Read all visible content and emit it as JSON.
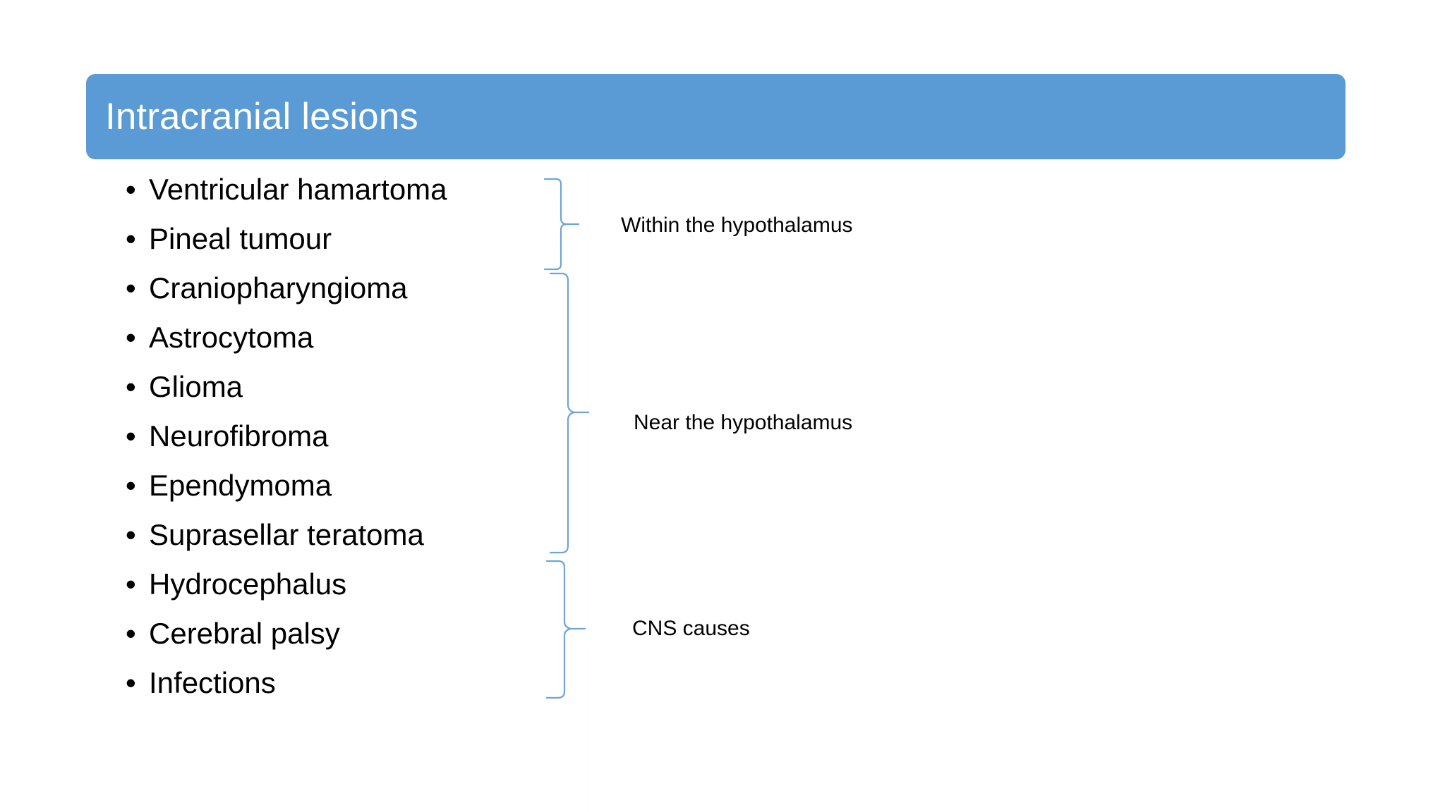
{
  "slide": {
    "title": "Intracranial lesions",
    "background_color": "#ffffff",
    "banner_color": "#5B9BD5",
    "title_color": "#ffffff",
    "brace_color": "#6FA4D8",
    "text_color": "#000000"
  },
  "bullets": [
    {
      "marker": "•",
      "label": "Ventricular hamartoma"
    },
    {
      "marker": "•",
      "label": "Pineal tumour"
    },
    {
      "marker": "•",
      "label": "Craniopharyngioma"
    },
    {
      "marker": "•",
      "label": "Astrocytoma"
    },
    {
      "marker": "•",
      "label": "Glioma"
    },
    {
      "marker": "•",
      "label": "Neurofibroma"
    },
    {
      "marker": "•",
      "label": "Ependymoma"
    },
    {
      "marker": "•",
      "label": "Suprasellar teratoma"
    },
    {
      "marker": "•",
      "label": "Hydrocephalus"
    },
    {
      "marker": "•",
      "label": "Cerebral palsy"
    },
    {
      "marker": "•",
      "label": "Infections"
    }
  ],
  "groups": [
    {
      "label": "Within the hypothalamus",
      "covers_bullets": [
        "Ventricular hamartoma",
        "Pineal tumour"
      ]
    },
    {
      "label": "Near the hypothalamus",
      "covers_bullets": [
        "Craniopharyngioma",
        "Astrocytoma",
        "Glioma",
        "Neurofibroma",
        "Ependymoma",
        "Suprasellar teratoma"
      ]
    },
    {
      "label": "CNS causes",
      "covers_bullets": [
        "Hydrocephalus",
        "Cerebral palsy",
        "Infections"
      ]
    }
  ]
}
